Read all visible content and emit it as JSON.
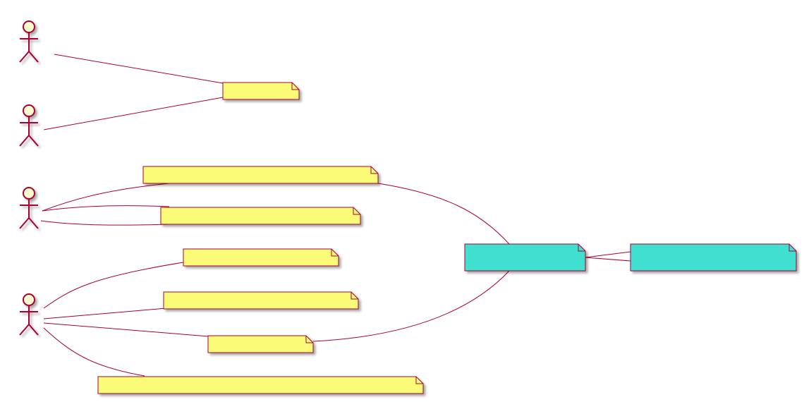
{
  "title": "",
  "colors": {
    "line": "#A80036",
    "actor_fill": "#FEFECE",
    "note_fill": "#FBFB77",
    "note_highlight_fill": "#40E0D0"
  },
  "actors": [
    {
      "id": "actor-1",
      "label": ""
    },
    {
      "id": "actor-2",
      "label": ""
    },
    {
      "id": "actor-3",
      "label": ""
    },
    {
      "id": "actor-4",
      "label": ""
    }
  ],
  "notes": [
    {
      "id": "note-1",
      "lines": [
        ""
      ],
      "highlight": false
    },
    {
      "id": "note-2",
      "lines": [
        ""
      ],
      "highlight": false
    },
    {
      "id": "note-3",
      "lines": [
        ""
      ],
      "highlight": false
    },
    {
      "id": "note-4",
      "lines": [
        ""
      ],
      "highlight": false
    },
    {
      "id": "note-5",
      "lines": [
        ""
      ],
      "highlight": false
    },
    {
      "id": "note-6",
      "lines": [
        ""
      ],
      "highlight": false
    },
    {
      "id": "note-7",
      "lines": [
        ""
      ],
      "highlight": false
    },
    {
      "id": "note-8",
      "lines": [
        "",
        ""
      ],
      "highlight": true
    },
    {
      "id": "note-9",
      "lines": [
        "",
        ""
      ],
      "highlight": true
    }
  ]
}
